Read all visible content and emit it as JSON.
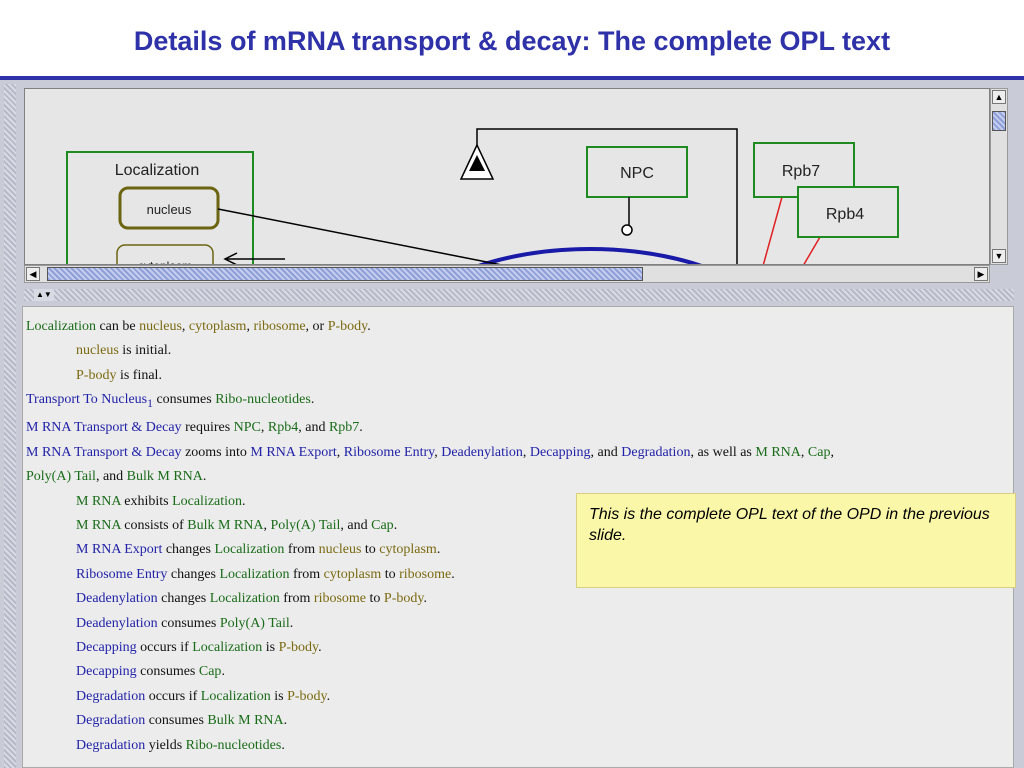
{
  "slide": {
    "title": "Details of mRNA transport & decay: The complete OPL text"
  },
  "diagram": {
    "localization": "Localization",
    "nucleus": "nucleus",
    "cytoplasm": "cytoplasm",
    "npc": "NPC",
    "rpb7": "Rpb7",
    "rpb4": "Rpb4"
  },
  "scroll": {
    "up": "▲",
    "down": "▼",
    "left": "◀",
    "right": "▶",
    "splitter_arrows": "▲▼"
  },
  "opl": {
    "l1": {
      "a": "Localization",
      "b": " can be ",
      "c": "nucleus",
      "d": ", ",
      "e": "cytoplasm",
      "f": ", ",
      "g": "ribosome",
      "h": ", or ",
      "i": "P-body",
      "j": "."
    },
    "l2": {
      "a": "nucleus",
      "b": " is initial."
    },
    "l3": {
      "a": "P-body",
      "b": " is final."
    },
    "l4": {
      "a": "Transport To Nucleus",
      "b": "1",
      "c": " consumes ",
      "d": "Ribo-nucleotides",
      "e": "."
    },
    "l5": {
      "a": "M RNA Transport & Decay",
      "b": " requires ",
      "c": "NPC",
      "d": ", ",
      "e": "Rpb4",
      "f": ", and ",
      "g": "Rpb7",
      "h": "."
    },
    "l6": {
      "a": "M RNA Transport & Decay",
      "b": " zooms into ",
      "c": "M RNA Export",
      "d": ", ",
      "e": "Ribosome Entry",
      "f": ", ",
      "g": "Deadenylation",
      "h": ", ",
      "i": "Decapping",
      "j": ", and ",
      "k": "Degradation",
      "l": ", as well as ",
      "m": "M RNA",
      "n": ", ",
      "o": "Cap",
      "p": ","
    },
    "l7": {
      "a": "Poly(A) Tail",
      "b": ", and ",
      "c": "Bulk M RNA",
      "d": "."
    },
    "l8": {
      "a": "M RNA",
      "b": " exhibits ",
      "c": "Localization",
      "d": "."
    },
    "l9": {
      "a": "M RNA",
      "b": " consists of ",
      "c": "Bulk M RNA",
      "d": ", ",
      "e": "Poly(A) Tail",
      "f": ", and ",
      "g": "Cap",
      "h": "."
    },
    "l10": {
      "a": "M RNA Export",
      "b": " changes ",
      "c": "Localization",
      "d": " from ",
      "e": "nucleus",
      "f": " to ",
      "g": "cytoplasm",
      "h": "."
    },
    "l11": {
      "a": "Ribosome Entry",
      "b": " changes ",
      "c": "Localization",
      "d": " from ",
      "e": "cytoplasm",
      "f": " to ",
      "g": "ribosome",
      "h": "."
    },
    "l12": {
      "a": "Deadenylation",
      "b": " changes ",
      "c": "Localization",
      "d": " from ",
      "e": "ribosome",
      "f": " to ",
      "g": "P-body",
      "h": "."
    },
    "l13": {
      "a": "Deadenylation",
      "b": " consumes ",
      "c": "Poly(A) Tail",
      "d": "."
    },
    "l14": {
      "a": "Decapping",
      "b": " occurs if ",
      "c": "Localization",
      "d": " is ",
      "e": "P-body",
      "f": "."
    },
    "l15": {
      "a": "Decapping",
      "b": " consumes ",
      "c": "Cap",
      "d": "."
    },
    "l16": {
      "a": "Degradation",
      "b": " occurs if ",
      "c": "Localization",
      "d": " is ",
      "e": "P-body",
      "f": "."
    },
    "l17": {
      "a": "Degradation",
      "b": " consumes ",
      "c": "Bulk M RNA",
      "d": "."
    },
    "l18": {
      "a": "Degradation",
      "b": " yields ",
      "c": "Ribo-nucleotides",
      "d": "."
    }
  },
  "note": {
    "text": "This is the complete OPL text of the OPD in the previous slide."
  },
  "colors": {
    "title": "#2e31a8",
    "process": "#2222a8",
    "object": "#196b19",
    "state": "#7a6a10",
    "note_bg": "#faf7a8"
  }
}
